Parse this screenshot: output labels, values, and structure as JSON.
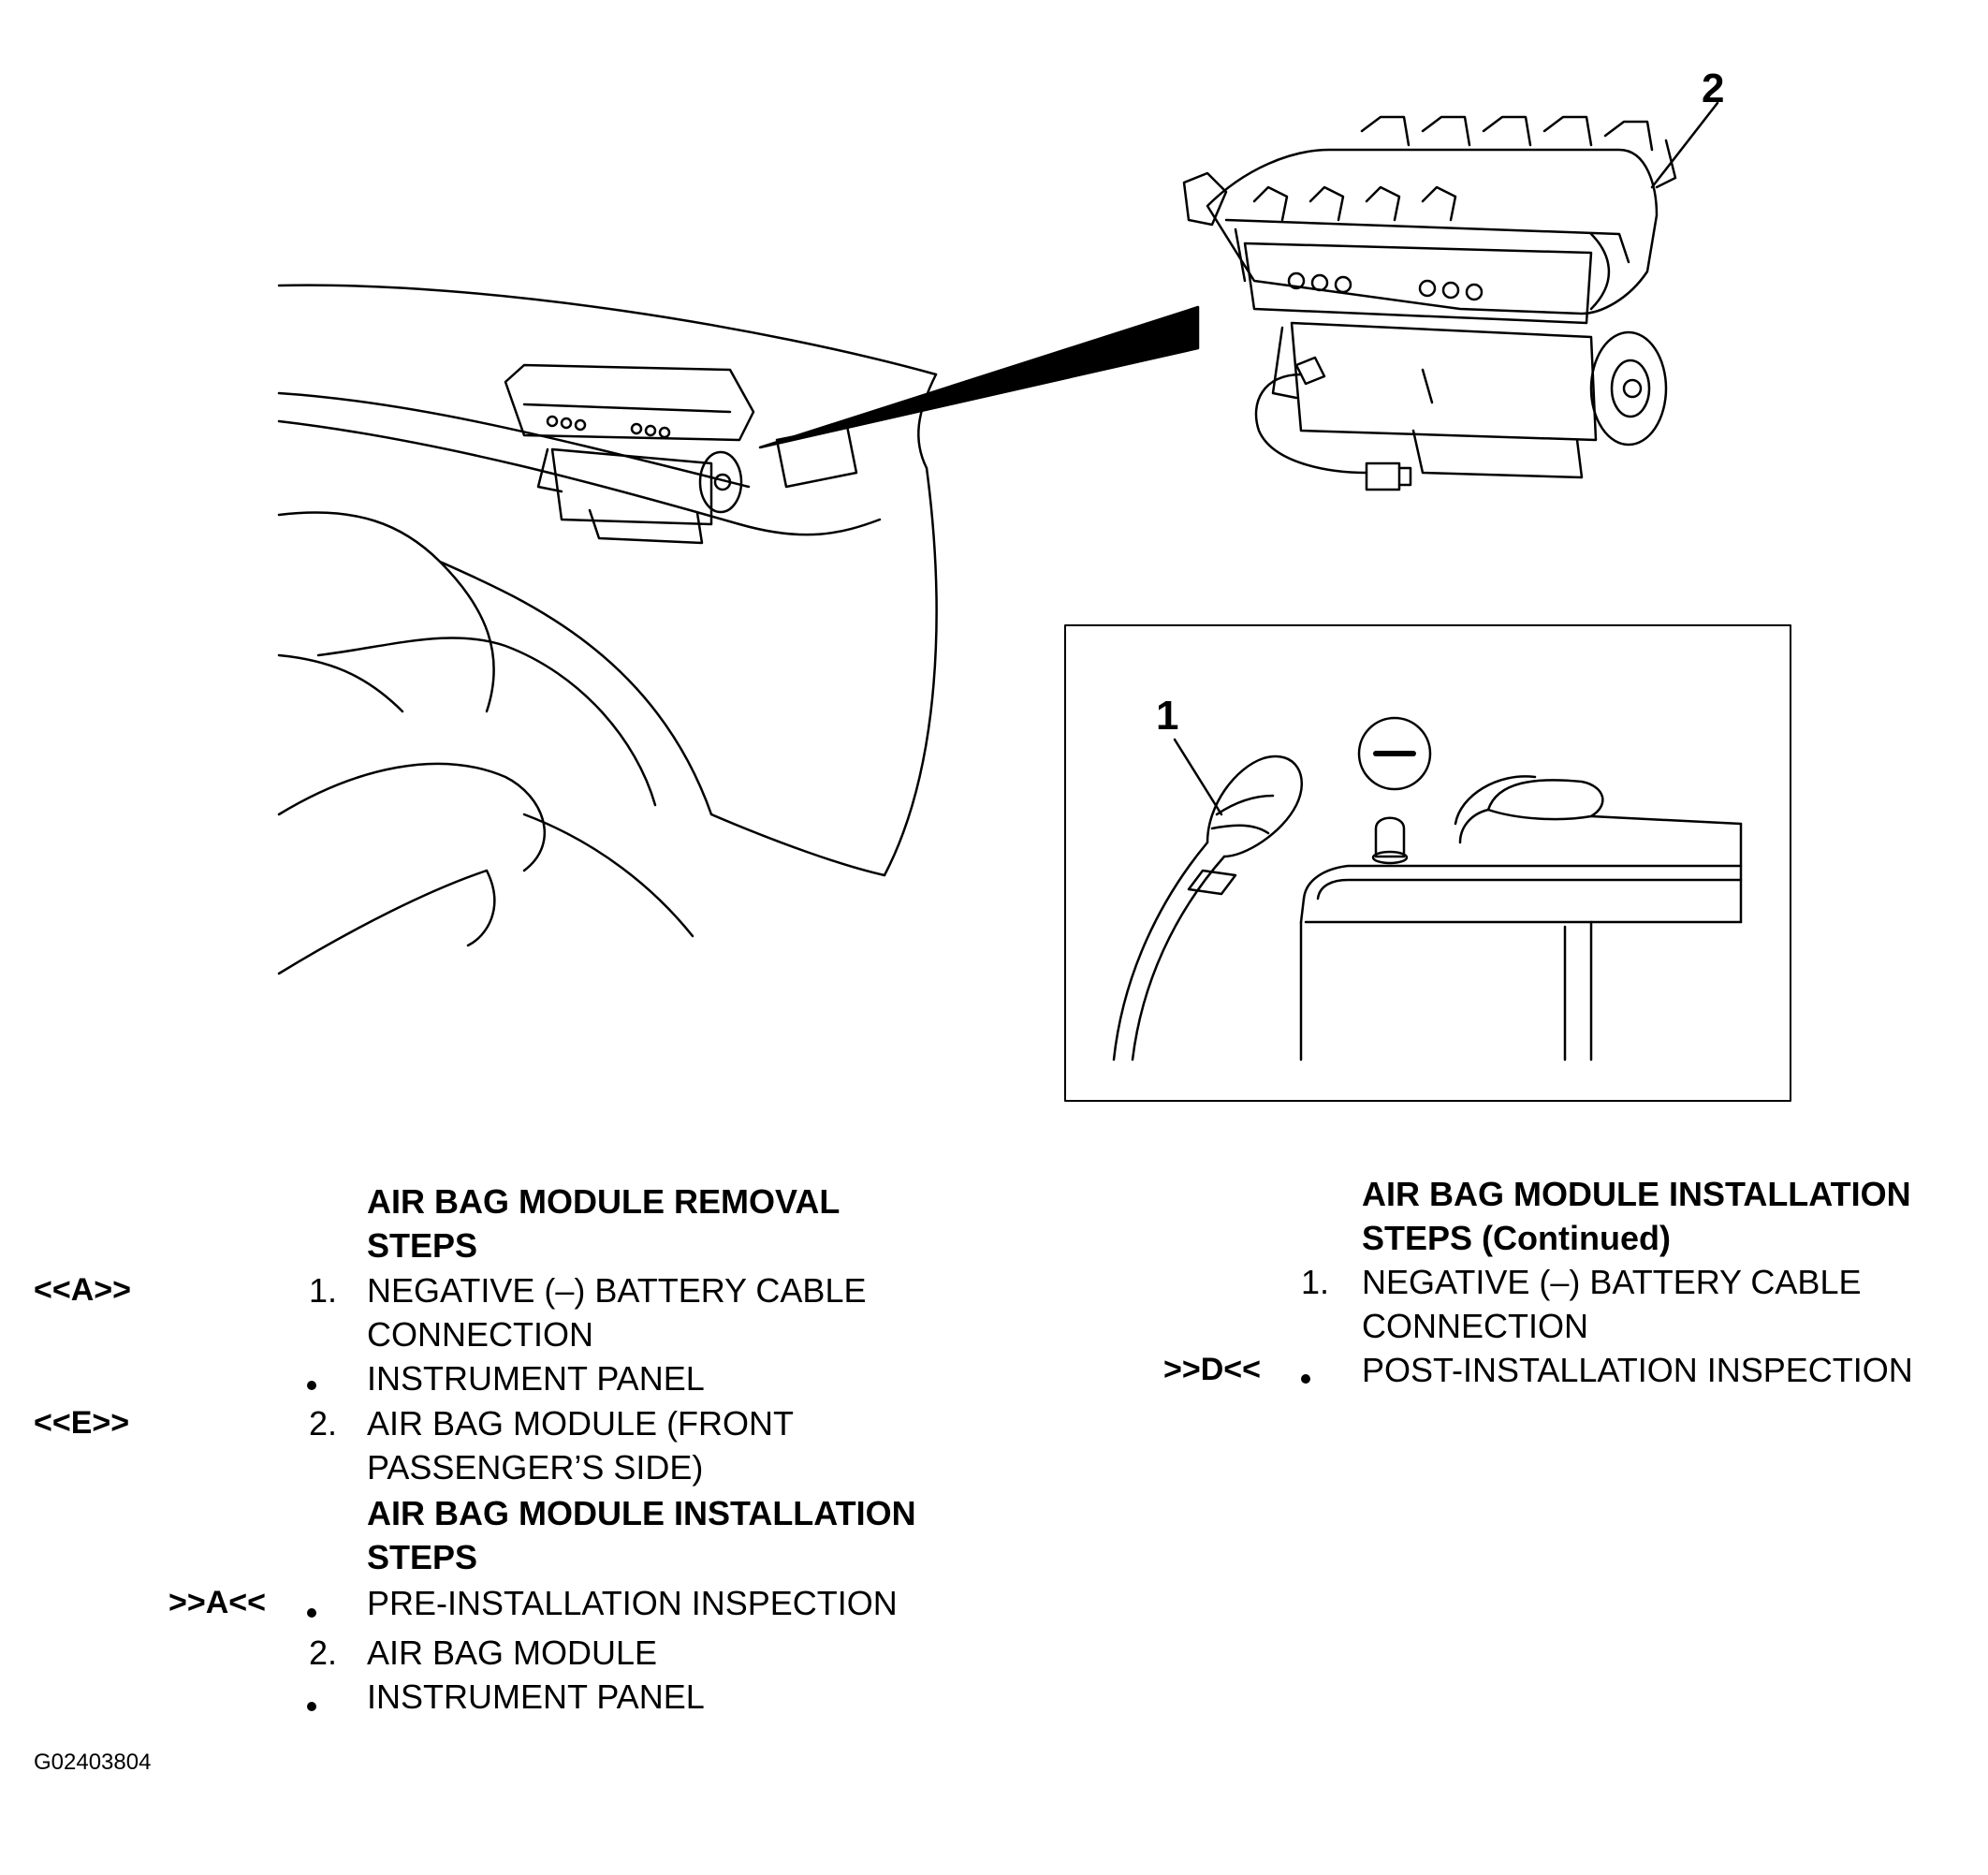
{
  "callouts": {
    "c1": "1",
    "c2": "2"
  },
  "minus_symbol": "–",
  "removal": {
    "heading_line1": "AIR BAG MODULE REMOVAL",
    "heading_line2": "STEPS",
    "rows": [
      {
        "ref": "<<A>>",
        "marker": "1.",
        "line1": "NEGATIVE (–) BATTERY CABLE",
        "line2": "CONNECTION"
      },
      {
        "ref": "",
        "marker": "•",
        "line1": "INSTRUMENT PANEL",
        "line2": ""
      },
      {
        "ref": "<<E>>",
        "marker": "2.",
        "line1": "AIR BAG MODULE (FRONT",
        "line2": "PASSENGER’S SIDE)"
      }
    ]
  },
  "installation": {
    "heading_line1": "AIR BAG MODULE INSTALLATION",
    "heading_line2": "STEPS",
    "rows": [
      {
        "ref": ">>A<<",
        "marker": "•",
        "line1": "PRE-INSTALLATION INSPECTION"
      },
      {
        "ref": "",
        "marker": "2.",
        "line1": "AIR BAG MODULE"
      },
      {
        "ref": "",
        "marker": "•",
        "line1": "INSTRUMENT PANEL"
      }
    ]
  },
  "installation_continued": {
    "heading_line1": "AIR BAG MODULE INSTALLATION",
    "heading_line2": "STEPS (Continued)",
    "rows": [
      {
        "ref": "",
        "marker": "1.",
        "line1": "NEGATIVE (–) BATTERY CABLE",
        "line2": "CONNECTION"
      },
      {
        "ref": ">>D<<",
        "marker": "•",
        "line1": "POST-INSTALLATION INSPECTION",
        "line2": ""
      }
    ]
  },
  "figure_id": "G02403804"
}
